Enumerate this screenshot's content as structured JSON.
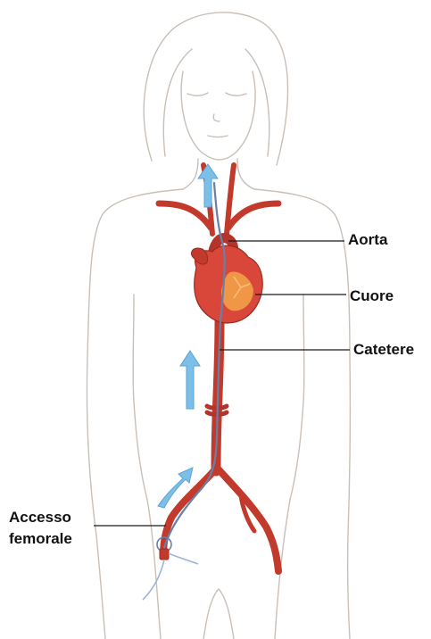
{
  "labels": {
    "aorta": "Aorta",
    "cuore": "Cuore",
    "catetere": "Catetere",
    "accesso_line1": "Accesso",
    "accesso_line2": "femorale"
  },
  "colors": {
    "outline": "#c9bfb6",
    "artery": "#c23a2c",
    "artery_dark": "#9a2a20",
    "heart": "#d9473a",
    "heart_highlight": "#f2a64a",
    "catheter": "#6a7fa8",
    "arrow": "#7cc0ea",
    "leader": "#1a1a1a"
  },
  "icons": {
    "flow_arrow": "arrow-up-icon",
    "access_sheath": "sheath-icon"
  }
}
